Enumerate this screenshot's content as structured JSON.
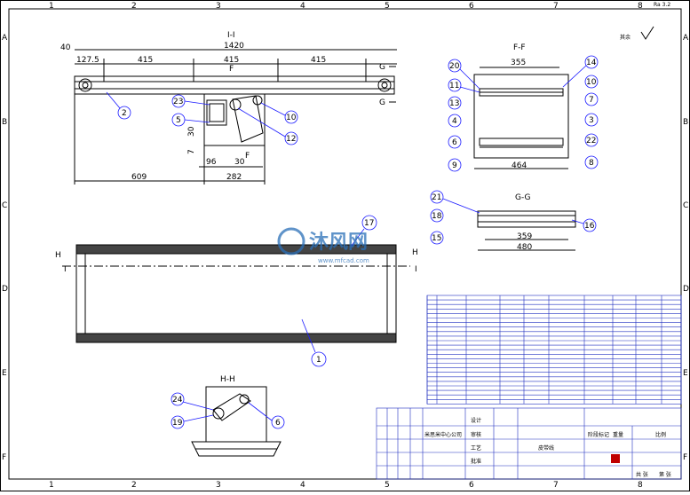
{
  "sheet": {
    "grid_top": [
      "1",
      "2",
      "3",
      "4",
      "5",
      "6",
      "7",
      "8"
    ],
    "grid_left": [
      "A",
      "B",
      "C",
      "D",
      "E",
      "F"
    ],
    "corner_note": "Ra 3.2",
    "roughness_note": "其余"
  },
  "views": {
    "main_caption": "I-I",
    "ff_caption": "F-F",
    "gg_caption": "G-G",
    "hh_caption": "H-H",
    "marker_f": "F",
    "marker_g": "G",
    "marker_h": "H",
    "marker_i": "I"
  },
  "dims": {
    "overall": "1420",
    "left_offset": "40",
    "end": "127.5",
    "seg1": "415",
    "seg2": "415",
    "seg3": "415",
    "d30a": "30",
    "d7": "7",
    "d96": "96",
    "d30b": "30",
    "d609": "609",
    "d282": "282",
    "ff_top": "355",
    "ff_bottom": "464",
    "gg_inner": "359",
    "gg_outer": "480"
  },
  "balloons": {
    "b2": "2",
    "b23": "23",
    "b5": "5",
    "b10": "10",
    "b12": "12",
    "b20": "20",
    "b14": "14",
    "b11": "11",
    "b13": "13",
    "b4": "4",
    "b6": "6",
    "b9": "9",
    "b7": "7",
    "b3": "3",
    "b22": "22",
    "b8": "8",
    "b21": "21",
    "b18": "18",
    "b15": "15",
    "b16": "16",
    "b17": "17",
    "b1": "1",
    "b24": "24",
    "b19": "19",
    "b6h": "6"
  },
  "title_block": {
    "company": "米思米中心公司",
    "stage_label": "阶段标记",
    "weight_label": "重量",
    "scale_label": "比例",
    "drawing_name": "皮带线",
    "row_design": "设计",
    "row_review": "审核",
    "row_craft": "工艺",
    "row_approve": "批准",
    "sheets": "共 张",
    "sheet_no": "第 张"
  },
  "watermark": {
    "brand": "沐风网",
    "url": "www.mfcad.com"
  },
  "colors": {
    "line": "#000000",
    "table": "#2030c0",
    "balloon": "#1a1aff",
    "watermark": "#2a6fb8"
  }
}
